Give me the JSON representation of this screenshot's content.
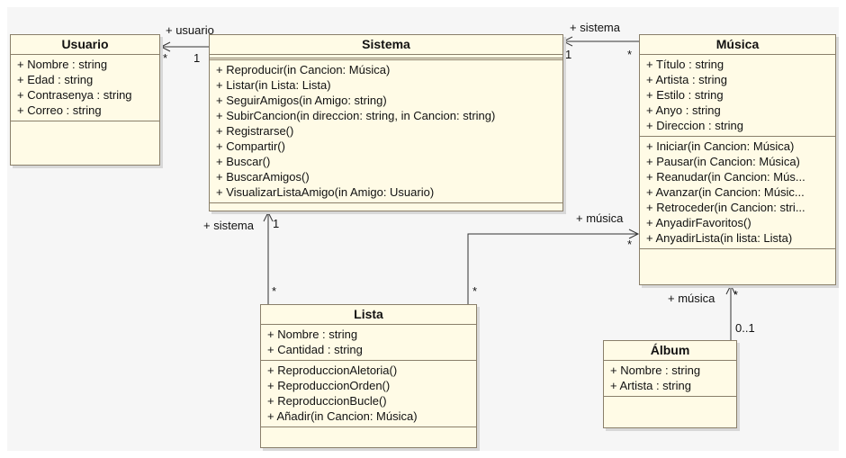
{
  "classes": {
    "usuario": {
      "name": "Usuario",
      "attributes": [
        "+ Nombre : string",
        "+ Edad : string",
        "+ Contrasenya : string",
        "+ Correo : string"
      ],
      "operations": []
    },
    "sistema": {
      "name": "Sistema",
      "attributes": [],
      "operations": [
        "+ Reproducir(in Cancion: Música)",
        "+ Listar(in Lista: Lista)",
        "+ SeguirAmigos(in Amigo: string)",
        "+ SubirCancion(in direccion: string, in Cancion: string)",
        "+ Registrarse()",
        "+ Compartir()",
        "+ Buscar()",
        "+ BuscarAmigos()",
        "+ VisualizarListaAmigo(in Amigo: Usuario)"
      ]
    },
    "musica": {
      "name": "Música",
      "attributes": [
        "+ Título : string",
        "+ Artista : string",
        "+ Estilo : string",
        "+ Anyo : string",
        "+ Direccion : string"
      ],
      "operations": [
        "+ Iniciar(in Cancion: Música)",
        "+ Pausar(in Cancion: Música)",
        "+ Reanudar(in Cancion: Mús...",
        "+ Avanzar(in Cancion: Músic...",
        "+ Retroceder(in Cancion: stri...",
        "+ AnyadirFavoritos()",
        "+ AnyadirLista(in lista: Lista)"
      ]
    },
    "lista": {
      "name": "Lista",
      "attributes": [
        "+ Nombre : string",
        "+ Cantidad : string"
      ],
      "operations": [
        "+ ReproduccionAletoria()",
        "+ ReproduccionOrden()",
        "+ ReproduccionBucle()",
        "+ Añadir(in Cancion: Música)"
      ]
    },
    "album": {
      "name": "Álbum",
      "attributes": [
        "+ Nombre : string",
        "+ Artista : string"
      ],
      "operations": []
    }
  },
  "associations": {
    "usuario_sistema": {
      "role": "+ usuario",
      "mult_usuario": "*",
      "mult_sistema": "1"
    },
    "sistema_musica": {
      "role": "+ sistema",
      "mult_sistema": "1",
      "mult_musica": "*"
    },
    "lista_sistema": {
      "role": "+ sistema",
      "mult_sistema": "1",
      "mult_lista": "*"
    },
    "lista_musica": {
      "role": "+ música",
      "mult_lista": "*",
      "mult_musica": "*"
    },
    "album_musica": {
      "role": "+ música",
      "mult_musica": "*",
      "mult_album": "0..1"
    }
  }
}
